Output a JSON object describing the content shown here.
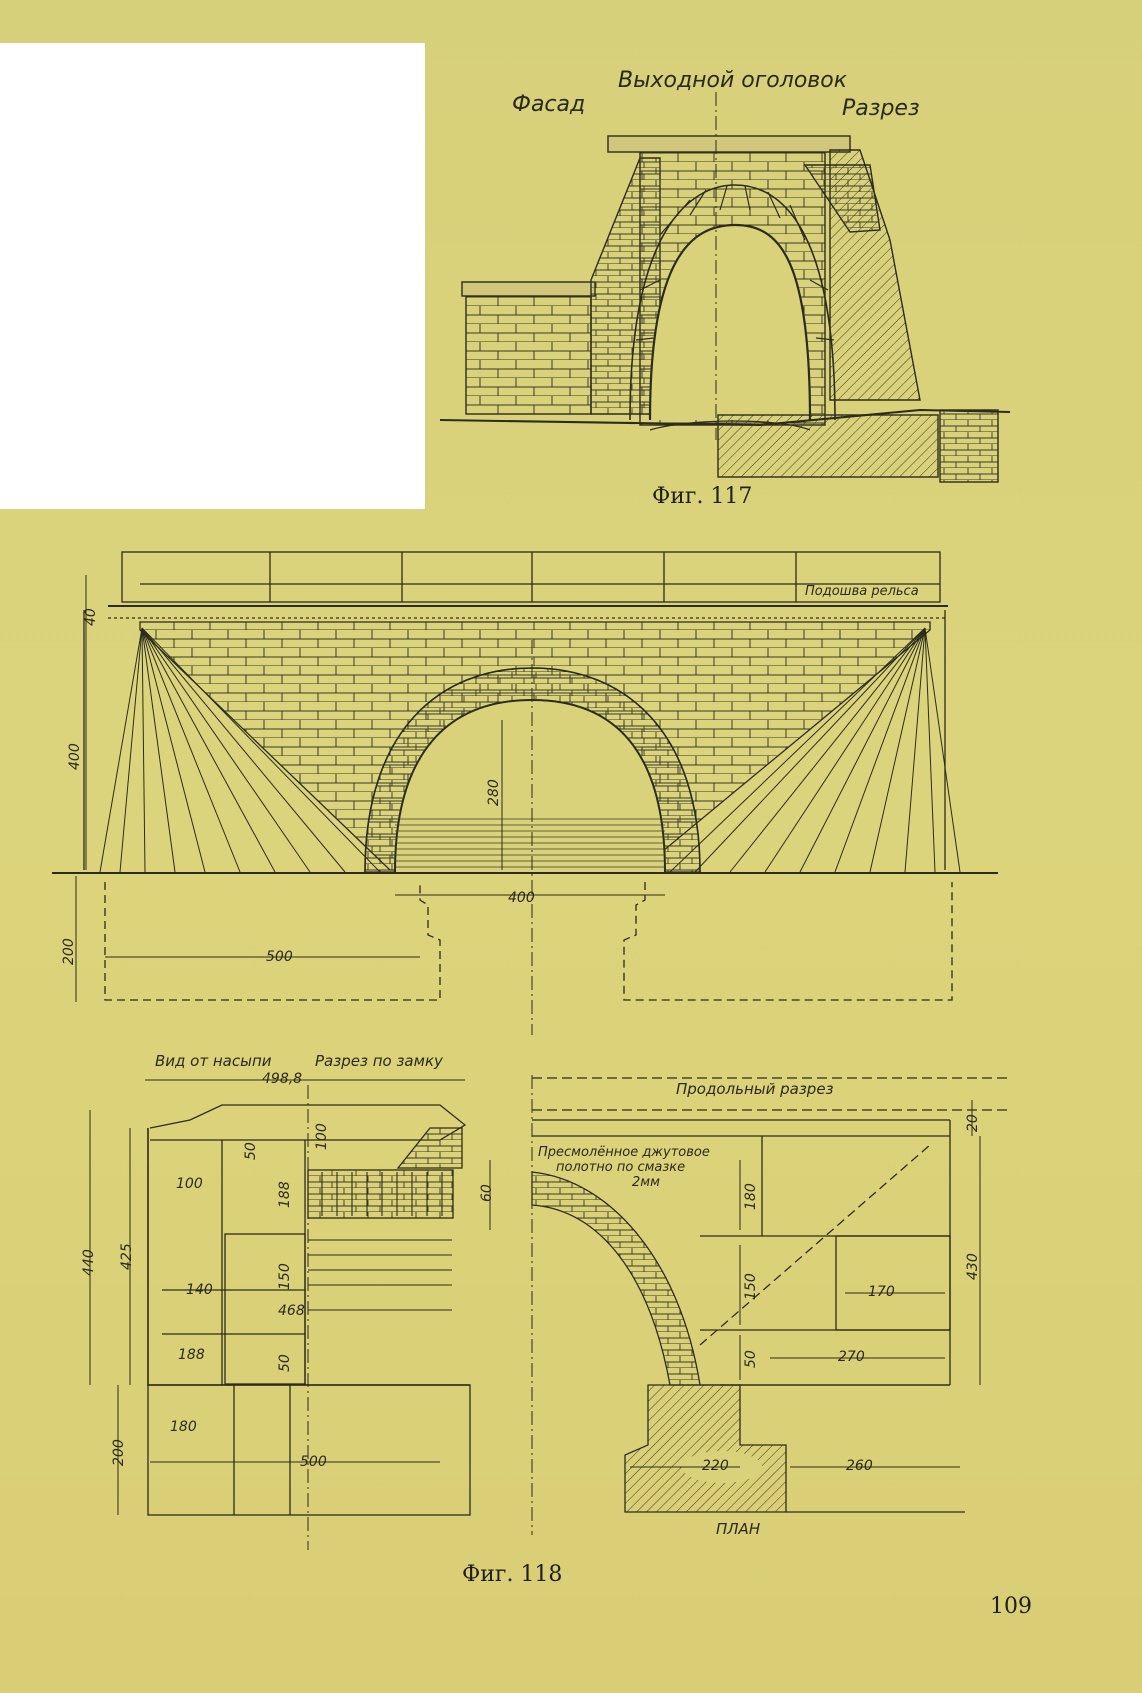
{
  "fig117": {
    "title_top": "Выходной оголовок",
    "label_left": "Фасад",
    "label_right": "Разрез",
    "caption": "Фиг. 117"
  },
  "fig118": {
    "rail_label": "Подошва рельса",
    "dims_upper": {
      "d40": "40",
      "d400_left": "400",
      "d280": "280",
      "d400_bottom": "400",
      "d200": "200",
      "d500": "500"
    },
    "section_labels": {
      "view_embankment": "Вид от насыпи",
      "section_key": "Разрез по замку",
      "longitudinal": "Продольный разрез",
      "plan": "ПЛАН",
      "note_line1": "Пресмолённое джутовое",
      "note_line2": "полотно по смазке",
      "note_line3": "2мм"
    },
    "dims_lower": {
      "d498": "498,8",
      "d100a": "100",
      "d50a": "50",
      "d100b": "100",
      "d188": "188",
      "d60": "60",
      "d440": "440",
      "d425": "425",
      "d140": "140",
      "d150a": "150",
      "d468": "468",
      "d188b": "188",
      "d50b": "50",
      "d180": "180",
      "d200": "200",
      "d500": "500",
      "d180r": "180",
      "d150r": "150",
      "d170": "170",
      "d50r": "50",
      "d270": "270",
      "d220": "220",
      "d260": "260",
      "d430": "430",
      "d20": "20"
    },
    "caption": "Фиг. 118"
  },
  "page_number": "109"
}
